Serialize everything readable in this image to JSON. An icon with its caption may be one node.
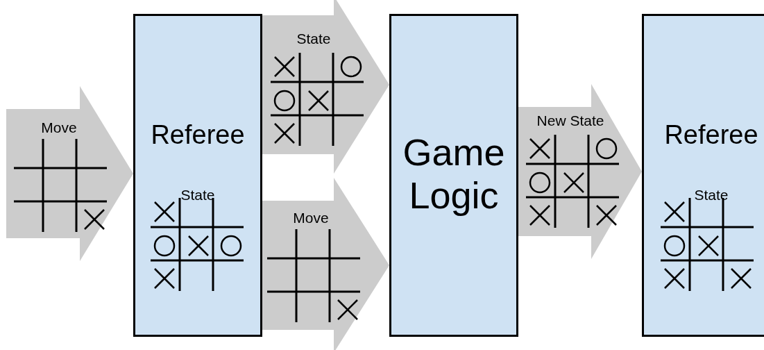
{
  "diagram": {
    "nodes": [
      {
        "text": [
          "Referee",
          "State"
        ]
      },
      {
        "text": [
          "Game Logic"
        ]
      },
      {
        "text": [
          "Referee",
          "State"
        ]
      }
    ],
    "edges": [
      {
        "from": null,
        "to": 0,
        "arrow": "to",
        "label": "Move"
      },
      {
        "from": 0,
        "to": 1,
        "arrow": "to",
        "label": "State"
      },
      {
        "from": 0,
        "to": 1,
        "arrow": "to",
        "label": "Move"
      },
      {
        "from": 1,
        "to": 2,
        "arrow": "to",
        "label": "New State"
      }
    ]
  }
}
